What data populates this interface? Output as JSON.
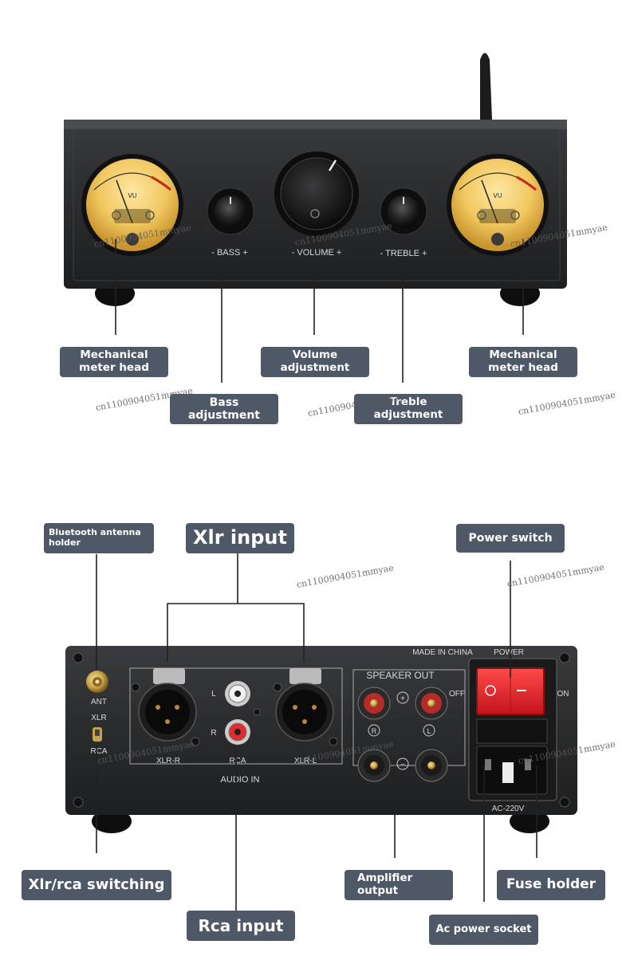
{
  "front_panel": {
    "knob_labels": {
      "bass": "- BASS +",
      "volume": "- VOLUME +",
      "treble": "- TREBLE +"
    },
    "meter_text": "VU"
  },
  "rear_panel": {
    "made_in": "MADE IN CHINA",
    "power": "POWER",
    "off": "OFF",
    "on": "ON",
    "speaker_out": "SPEAKER OUT",
    "ant": "ANT",
    "xlr": "XLR",
    "rca_switch": "RCA",
    "xlr_r": "XLR-R",
    "rca": "RCA",
    "xlr_l": "XLR-L",
    "audio_in": "AUDIO IN",
    "l": "L",
    "r": "R",
    "ac": "AC-220V",
    "plus": "+",
    "minus": "−",
    "ch_r": "R",
    "ch_l": "L"
  },
  "callouts": {
    "meter_left": {
      "line1": "Mechanical",
      "line2": "meter head"
    },
    "bass": {
      "line1": "Bass",
      "line2": "adjustment"
    },
    "volume": {
      "line1": "Volume",
      "line2": "adjustment"
    },
    "treble": {
      "line1": "Treble",
      "line2": "adjustment"
    },
    "meter_right": {
      "line1": "Mechanical",
      "line2": "meter head"
    },
    "bluetooth": {
      "line1": "Bluetooth antenna",
      "line2": "holder"
    },
    "xlr_input": "Xlr input",
    "power_switch": "Power switch",
    "xlr_rca_switching": "Xlr/rca switching",
    "rca_input": "Rca input",
    "amplifier_output": {
      "line1": "Amplifier",
      "line2": "output"
    },
    "fuse_holder": "Fuse holder",
    "ac_power_socket": "Ac power socket"
  },
  "watermark": "cn1100904051mmyae",
  "colors": {
    "callout_bg": "#4e5866",
    "chassis": "#2b2c2e",
    "meter_face": "#f2c861",
    "power_switch": "#e0242c"
  }
}
